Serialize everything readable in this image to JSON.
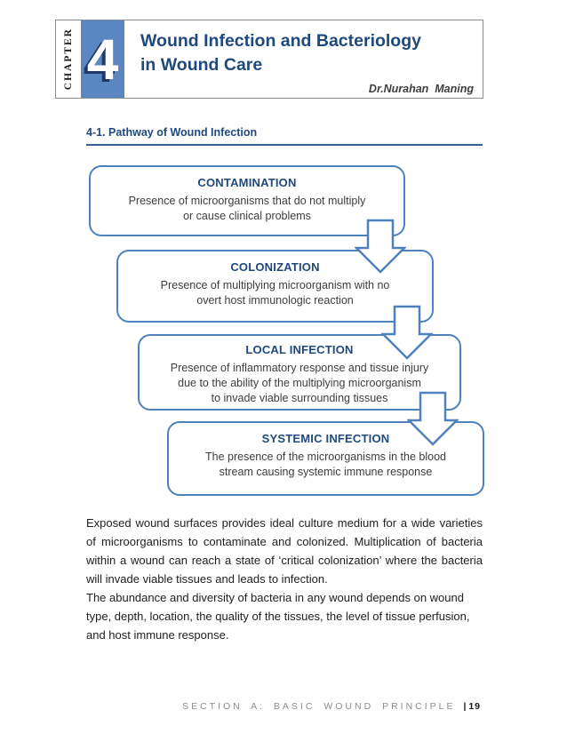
{
  "header": {
    "chapter_label": "CHAPTER",
    "chapter_number": "4",
    "title": "Wound Infection and Bacteriology\nin Wound Care",
    "author": "Dr.Nurahan  Maning"
  },
  "section": {
    "heading": "4-1. Pathway of Wound Infection"
  },
  "flowchart": {
    "steps": [
      {
        "title": "CONTAMINATION",
        "body": "Presence of microorganisms that do not multiply\nor cause clinical problems"
      },
      {
        "title": "COLONIZATION",
        "body": "Presence of multiplying microorganism with no\novert host immunologic reaction"
      },
      {
        "title": "LOCAL INFECTION",
        "body": "Presence of inflammatory response and tissue injury\ndue to the ability of the multiplying microorganism\nto invade viable surrounding  tissues"
      },
      {
        "title": "SYSTEMIC INFECTION",
        "body": "The presence of the microorganisms in the blood\nstream causing systemic immune response"
      }
    ]
  },
  "paragraphs": [
    "Exposed wound surfaces provides ideal culture medium for a wide varieties of microorganisms to contaminate and colonized.  Multiplication of bacteria within a wound can reach a state of ‘critical colonization’ where the bacteria will invade viable tissues and leads to infection.",
    "The abundance and diversity of bacteria in any wound depends on wound type, depth, location, the quality of the tissues, the level of tissue perfusion, and host immune response."
  ],
  "footer": {
    "section_label": "SECTION A: BASIC WOUND PRINCIPLE",
    "separator": "|",
    "page_number": "19"
  },
  "colors": {
    "accent_blue": "#4F81BD",
    "tile_blue": "#5b87c0",
    "dark_blue": "#1F497D",
    "underline_blue": "#365F91",
    "footer_gray": "#8c8c8c"
  }
}
